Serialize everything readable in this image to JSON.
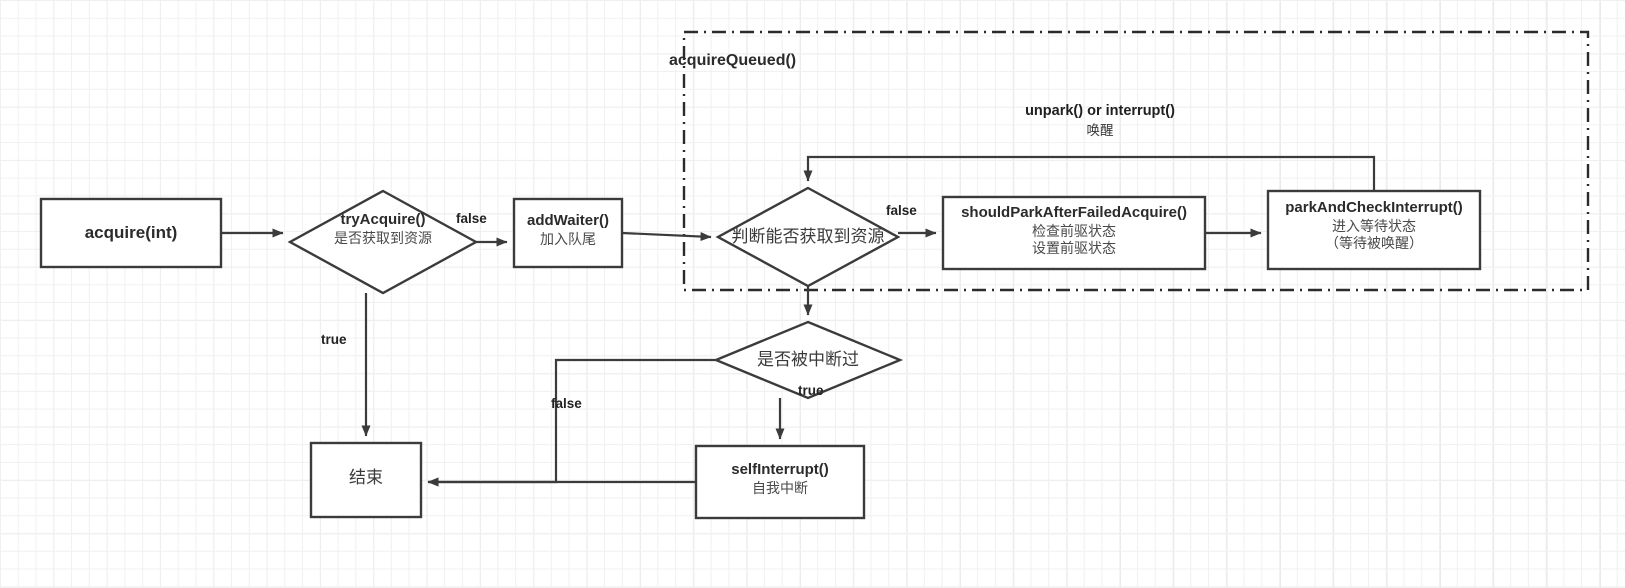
{
  "diagram": {
    "title": "AQS acquire flow",
    "colors": {
      "stroke": "#3b3b3b",
      "fill": "#ffffff",
      "text": "#2b2b2b",
      "grid_minor": "#f0f0f0",
      "grid_major": "#e6e6e6"
    },
    "group": {
      "label": "acquireQueued()",
      "border_style": "dash-dot"
    },
    "nodes": [
      {
        "id": "acquire",
        "shape": "rect",
        "title": "acquire(int)",
        "lines": []
      },
      {
        "id": "try-acquire",
        "shape": "diamond",
        "title": "tryAcquire()",
        "lines": [
          "是否获取到资源"
        ]
      },
      {
        "id": "add-waiter",
        "shape": "rect",
        "title": "addWaiter()",
        "lines": [
          "加入队尾"
        ]
      },
      {
        "id": "can-acquire",
        "shape": "diamond",
        "title": "",
        "lines": [
          "判断能否获取到资源"
        ]
      },
      {
        "id": "should-park",
        "shape": "rect",
        "title": "shouldParkAfterFailedAcquire()",
        "lines": [
          "检查前驱状态",
          "设置前驱状态"
        ]
      },
      {
        "id": "park-check",
        "shape": "rect",
        "title": "parkAndCheckInterrupt()",
        "lines": [
          "进入等待状态",
          "（等待被唤醒）"
        ]
      },
      {
        "id": "interrupted",
        "shape": "diamond",
        "title": "",
        "lines": [
          "是否被中断过"
        ]
      },
      {
        "id": "self-interrupt",
        "shape": "rect",
        "title": "selfInterrupt()",
        "lines": [
          "自我中断"
        ]
      },
      {
        "id": "end",
        "shape": "rect",
        "title": "",
        "lines": [
          "结束"
        ]
      }
    ],
    "edge_labels": {
      "try_acquire_false": "false",
      "try_acquire_true": "true",
      "can_acquire_false": "false",
      "interrupted_true": "true",
      "interrupted_false": "false"
    },
    "loop_label": {
      "line1": "unpark() or interrupt()",
      "line2": "唤醒"
    }
  }
}
